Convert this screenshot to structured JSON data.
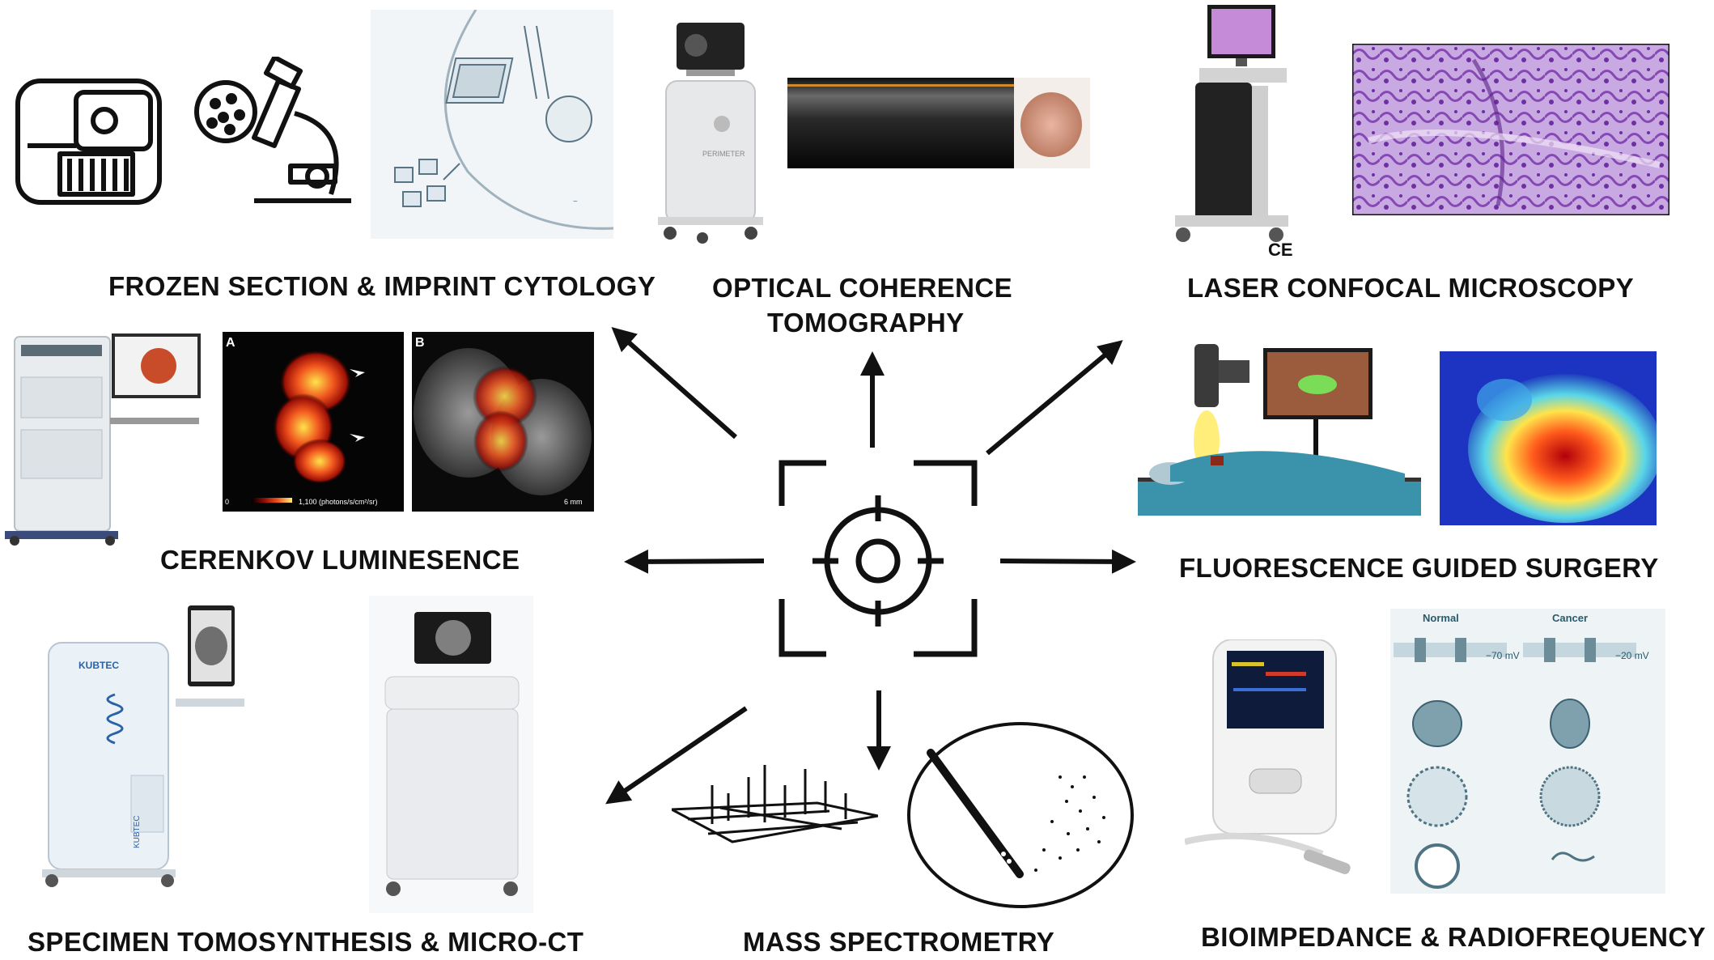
{
  "labels": {
    "frozen": "FROZEN SECTION & IMPRINT CYTOLOGY",
    "oct_line1": "OPTICAL COHERENCE",
    "oct_line2": "TOMOGRAPHY",
    "lcm": "LASER CONFOCAL MICROSCOPY",
    "cerenkov": "CERENKOV LUMINESENCE",
    "fgs": "FLUORESCENCE GUIDED SURGERY",
    "tomo": "SPECIMEN TOMOSYNTHESIS & MICRO-CT",
    "ms": "MASS SPECTROMETRY",
    "bio": "BIOIMPEDANCE & RADIOFREQUENCY"
  },
  "center_icon": "target-crosshair-icon",
  "cerenkov_panel": {
    "panel_a": "A",
    "panel_b": "B",
    "scale_min": "0",
    "scale_max": "1,100 (photons/s/cm²/sr)",
    "scale_bar": "6 mm"
  },
  "bioimpedance_panel": {
    "normal": "Normal",
    "cancer": "Cancer",
    "normal_mv": "−70 mV",
    "cancer_mv": "−20 mV"
  },
  "brand_texts": {
    "kubtec_top": "KUBTEC",
    "kubtec_side": "KUBTEC",
    "oct_cart": "PERIMETER",
    "ce_mark": "CE"
  },
  "colors": {
    "arrow": "#111111",
    "heat_hot": "#ffdd33",
    "heat_mid": "#e8401a",
    "confocal": "#8a4fbf",
    "fluorescence_blue": "#1f3fbf"
  }
}
